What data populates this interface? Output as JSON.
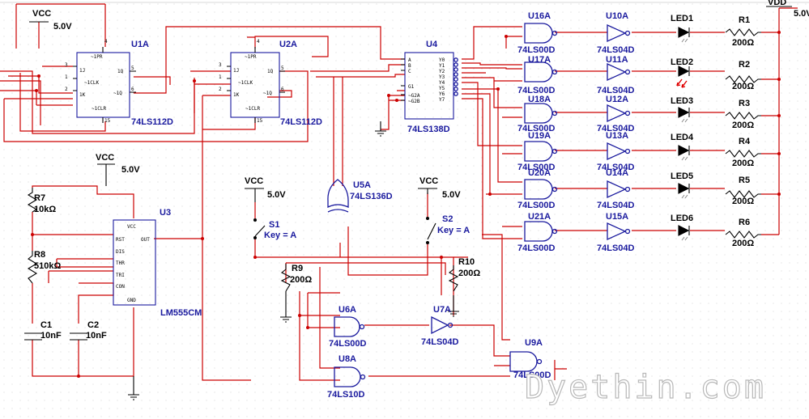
{
  "components": {
    "u1a": {
      "ref": "U1A",
      "part": "74LS112D",
      "pins": {
        "prn": "~1PR",
        "j": "1J",
        "clk": "~1CLK",
        "k": "1K",
        "clr": "~1CLR",
        "q": "1Q",
        "nq": "~1Q",
        "n4": "4",
        "n3": "3",
        "n1": "1",
        "n2": "2",
        "n5": "5",
        "n6": "6",
        "n15": "15"
      }
    },
    "u2a": {
      "ref": "U2A",
      "part": "74LS112D",
      "pins": {
        "prn": "~1PR",
        "j": "1J",
        "clk": "~1CLK",
        "k": "1K",
        "clr": "~1CLR",
        "q": "1Q",
        "nq": "~1Q",
        "n4": "4",
        "n3": "3",
        "n1": "1",
        "n2": "2",
        "n5": "5",
        "n6": "6",
        "n15": "15"
      }
    },
    "u4": {
      "ref": "U4",
      "part": "74LS138D",
      "pins": {
        "a": "A",
        "b": "B",
        "c": "C",
        "g1": "G1",
        "g2a": "~G2A",
        "g2b": "~G2B",
        "y0": "Y0",
        "y1": "Y1",
        "y2": "Y2",
        "y3": "Y3",
        "y4": "Y4",
        "y5": "Y5",
        "y6": "Y6",
        "y7": "Y7"
      }
    },
    "u3": {
      "ref": "U3",
      "part": "LM555CM",
      "pins": {
        "vcc": "VCC",
        "rst": "RST",
        "dis": "DIS",
        "thr": "THR",
        "tri": "TRI",
        "con": "CON",
        "out": "OUT",
        "gnd": "GND"
      }
    },
    "u5a": {
      "ref": "U5A",
      "part": "74LS136D"
    },
    "u6a": {
      "ref": "U6A",
      "part": "74LS00D"
    },
    "u7a": {
      "ref": "U7A",
      "part": "74LS04D"
    },
    "u8a": {
      "ref": "U8A",
      "part": "74LS10D"
    },
    "u9a": {
      "ref": "U9A",
      "part": "74LS00D"
    },
    "s1": {
      "ref": "S1",
      "key": "Key = A"
    },
    "s2": {
      "ref": "S2",
      "key": "Key = A"
    },
    "r7": {
      "ref": "R7",
      "value": "10kΩ"
    },
    "r8": {
      "ref": "R8",
      "value": "510kΩ"
    },
    "r9": {
      "ref": "R9",
      "value": "200Ω"
    },
    "r10": {
      "ref": "R10",
      "value": "200Ω"
    },
    "c1": {
      "ref": "C1",
      "value": "10nF"
    },
    "c2": {
      "ref": "C2",
      "value": "10nF"
    }
  },
  "nand_row": [
    {
      "ref": "U16A",
      "part": "74LS00D"
    },
    {
      "ref": "U17A",
      "part": "74LS00D"
    },
    {
      "ref": "U18A",
      "part": "74LS00D"
    },
    {
      "ref": "U19A",
      "part": "74LS00D"
    },
    {
      "ref": "U20A",
      "part": "74LS00D"
    },
    {
      "ref": "U21A",
      "part": "74LS00D"
    }
  ],
  "inv_row": [
    {
      "ref": "U10A",
      "part": "74LS04D"
    },
    {
      "ref": "U11A",
      "part": "74LS04D"
    },
    {
      "ref": "U12A",
      "part": "74LS04D"
    },
    {
      "ref": "U13A",
      "part": "74LS04D"
    },
    {
      "ref": "U14A",
      "part": "74LS04D"
    },
    {
      "ref": "U15A",
      "part": "74LS04D"
    }
  ],
  "led_row": [
    {
      "led": "LED1",
      "r": "R1",
      "value": "200Ω"
    },
    {
      "led": "LED2",
      "r": "R2",
      "value": "200Ω"
    },
    {
      "led": "LED3",
      "r": "R3",
      "value": "200Ω"
    },
    {
      "led": "LED4",
      "r": "R4",
      "value": "200Ω"
    },
    {
      "led": "LED5",
      "r": "R5",
      "value": "200Ω"
    },
    {
      "led": "LED6",
      "r": "R6",
      "value": "200Ω"
    }
  ],
  "supplies": {
    "vcc_tl": {
      "name": "VCC",
      "volts": "5.0V"
    },
    "vcc_555": {
      "name": "VCC",
      "volts": "5.0V"
    },
    "vcc_s1": {
      "name": "VCC",
      "volts": "5.0V"
    },
    "vcc_s2": {
      "name": "VCC",
      "volts": "5.0V"
    },
    "vdd": {
      "name": "VDD",
      "volts": "5.0V"
    }
  },
  "watermark": "Dyethin.com",
  "colors": {
    "wire": "#cc0000",
    "part": "#1a1a9e",
    "grid": "#c8c8c8",
    "led_emit": "#e00000"
  }
}
